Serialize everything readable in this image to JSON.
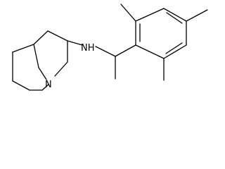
{
  "diagram": {
    "type": "skeletal-structure",
    "atom_labels": {
      "amine_nh": "NH",
      "ring_n": "N"
    },
    "colors": {
      "bond": "#000000",
      "label": "#000000",
      "background": "#ffffff"
    }
  }
}
